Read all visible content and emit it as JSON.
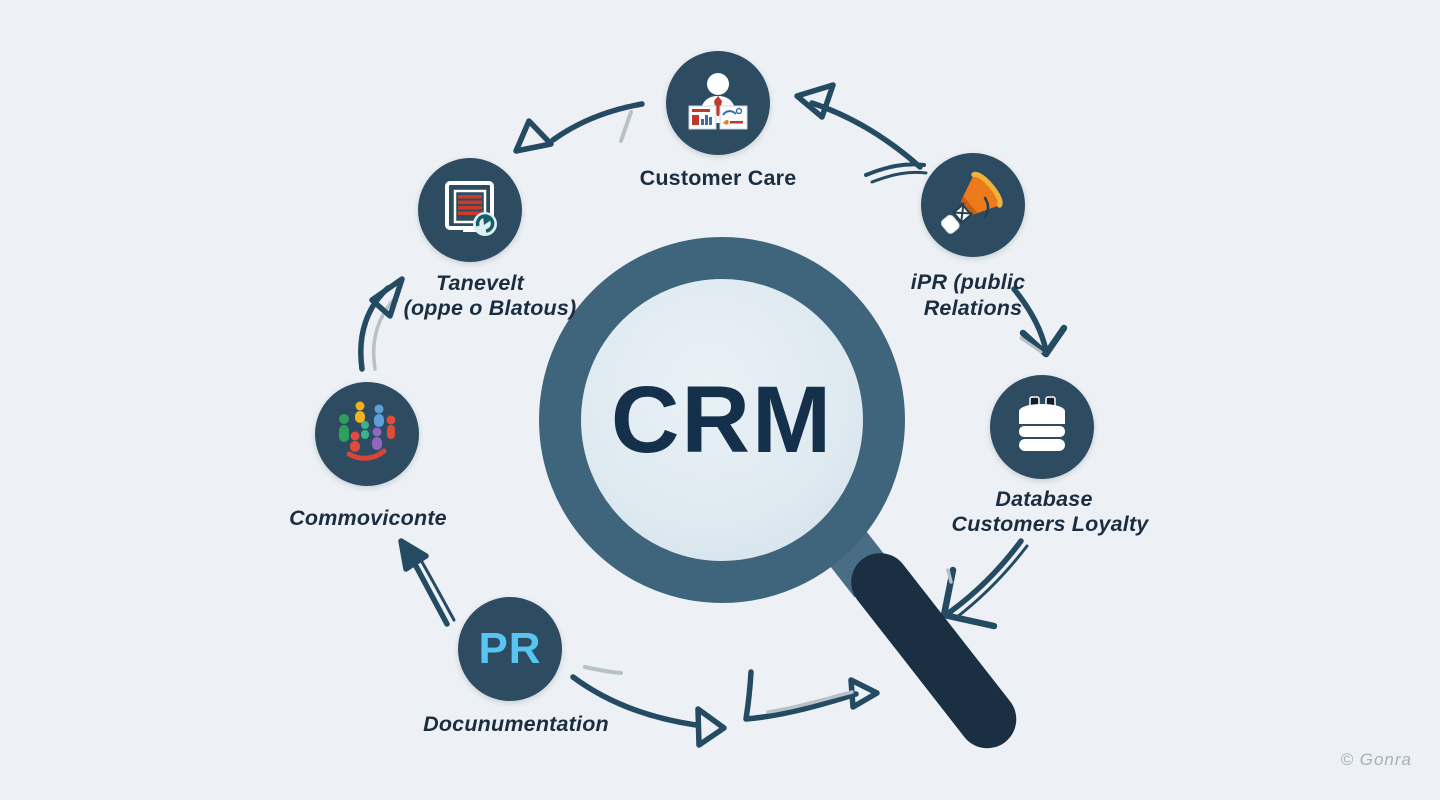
{
  "center": {
    "label": "CRM"
  },
  "nodes": {
    "customer_care": {
      "label": "Customer Care"
    },
    "monitor": {
      "label_line1": "Tanevelt",
      "label_line2": "(oppe o Blatous)"
    },
    "people": {
      "label": "Commoviconte"
    },
    "pr": {
      "badge": "PR",
      "label": "Docunumentation"
    },
    "megaphone": {
      "label_line1": "iPR (public",
      "label_line2": "Relations"
    },
    "database": {
      "label_line1": "Database",
      "label_line2": "Customers Loyalty"
    }
  },
  "watermark": "© Gonra",
  "icons": {
    "customer_care": "person-with-reports-icon",
    "monitor": "monitor-document-icon",
    "people": "community-people-icon",
    "pr": "pr-text-badge",
    "megaphone": "megaphone-icon",
    "database": "database-icon",
    "center": "magnifying-glass-icon"
  },
  "colors": {
    "background": "#edf1f5",
    "node_circle": "#2d4b61",
    "magnifier_ring": "#3f657d",
    "magnifier_lens": "#dde9f0",
    "magnifier_handle": "#1a3042",
    "arrow": "#254b63",
    "label_text": "#1b2d40",
    "crm_text": "#15304a",
    "pr_badge_text": "#56c5f2",
    "megaphone_orange": "#ed7a1b",
    "monitor_red": "#cf3a28"
  }
}
